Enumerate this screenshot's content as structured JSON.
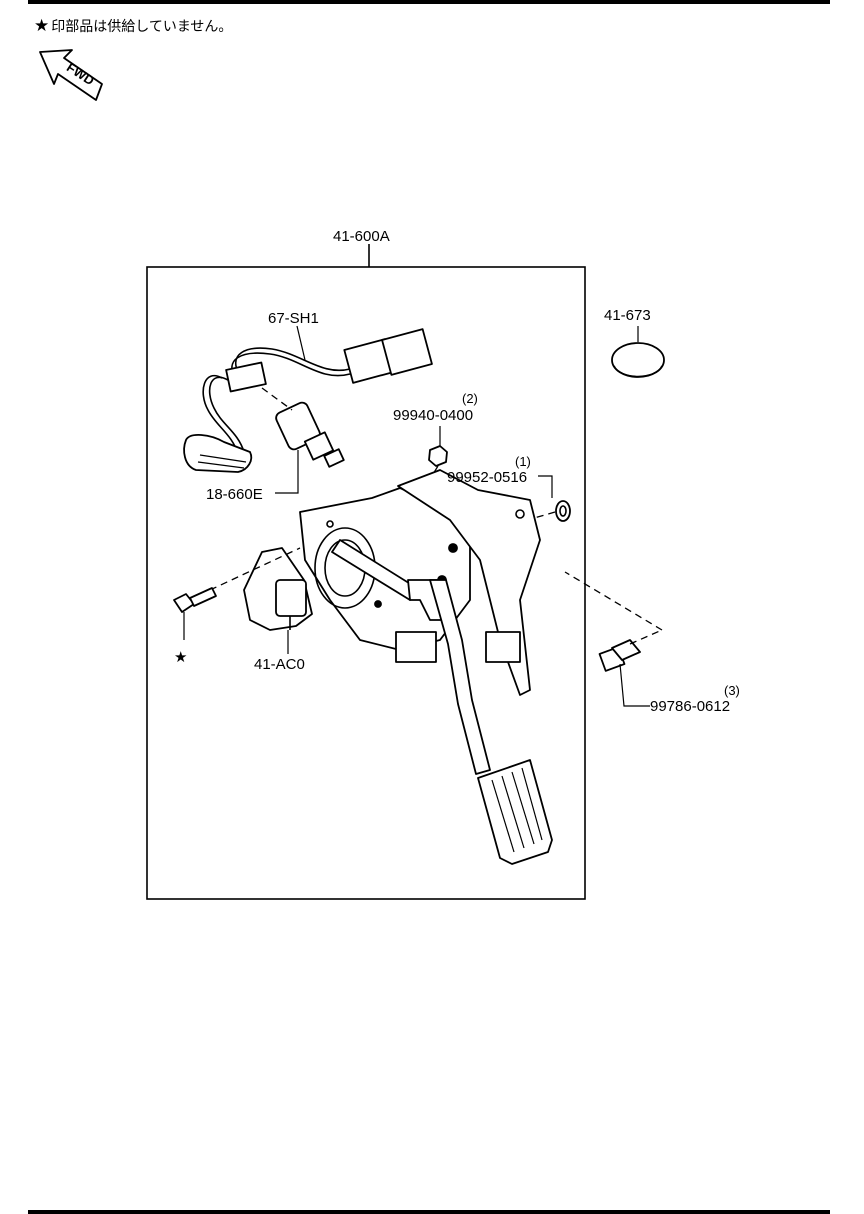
{
  "header": {
    "note_symbol": "★",
    "note_text": "印部品は供給していません。",
    "fwd_label": "FWD"
  },
  "callouts": {
    "assembly": "41-600A",
    "harness": "67-SH1",
    "switch": "18-660E",
    "sensor": "41-AC0",
    "cap": "41-673",
    "nut": "99940-0400",
    "nut_qty": "(2)",
    "washer": "99952-0516",
    "washer_qty": "(1)",
    "bolt": "99786-0612",
    "bolt_qty": "(3)",
    "star_mark": "★"
  }
}
